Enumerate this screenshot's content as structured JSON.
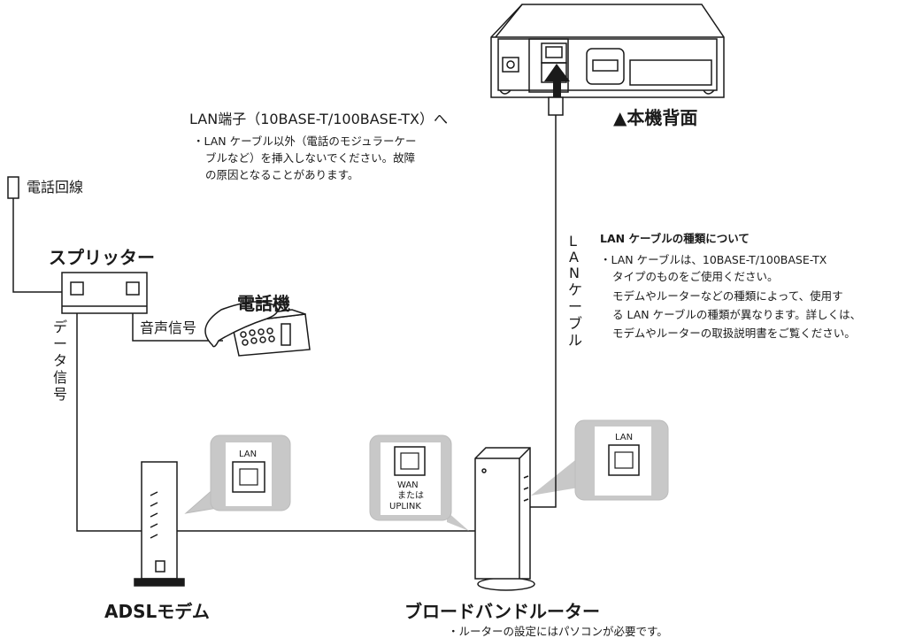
{
  "labels": {
    "telephone_line": "電話回線",
    "splitter": "スプリッター",
    "phone": "電話機",
    "voice_signal": "音声信号",
    "data_signal": [
      "デ",
      "ー",
      "タ",
      "信",
      "号"
    ],
    "adsl_modem": "ADSLモデム",
    "router": "ブロードバンドルーター",
    "router_note": "・ルーターの設定にはパソコンが必要です。",
    "lan_cable": [
      "L",
      "A",
      "N",
      "ケ",
      "ー",
      "ブ",
      "ル"
    ],
    "back_panel": "▲本機背面",
    "lan_port_title": "LAN端子（10BASE-T/100BASE-TX）へ",
    "lan_port_note": [
      "・LAN ケーブル以外（電話のモジュラーケー",
      "ブルなど）を挿入しないでください。故障",
      "の原因となることがあります。"
    ],
    "cable_type_title": "LAN ケーブルの種類について",
    "cable_type_note": [
      "・LAN ケーブルは、10BASE-T/100BASE-TX",
      "タイプのものをご使用ください。",
      "モデムやルーターなどの種類によって、使用す",
      "る LAN ケーブルの種類が異なります。詳しくは、",
      "モデムやルーターの取扱説明書をご覧ください。"
    ],
    "callout_modem_lan": "LAN",
    "callout_router_wan": [
      "WAN",
      "または",
      "UPLINK"
    ],
    "callout_router_lan": "LAN"
  },
  "icons": [
    "lan-port-icon",
    "phone-icon",
    "adsl-modem-icon",
    "router-icon",
    "splitter-icon",
    "device-back-icon",
    "arrow-up-icon"
  ],
  "colors": {
    "line": "#1a1a1a",
    "callout_fill": "#c8c8c8",
    "device_fill": "#ffffff"
  }
}
